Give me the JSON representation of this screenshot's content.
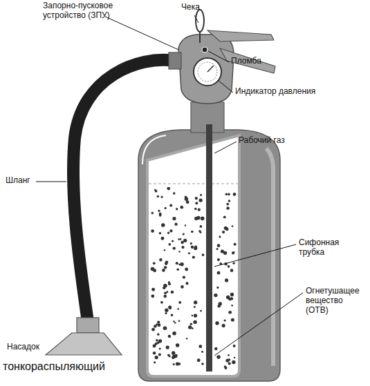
{
  "diagram": {
    "labels": [
      "Запорно-пусковое устройство (ЗПУ)",
      "Чека",
      "Пломба",
      "Индикатор давления",
      "Рабочий газ",
      "Шланг",
      "Сифонная трубка",
      "Огнетушащее вещество (ОТВ)",
      "Насадок",
      "тонкораспыляющий"
    ]
  }
}
